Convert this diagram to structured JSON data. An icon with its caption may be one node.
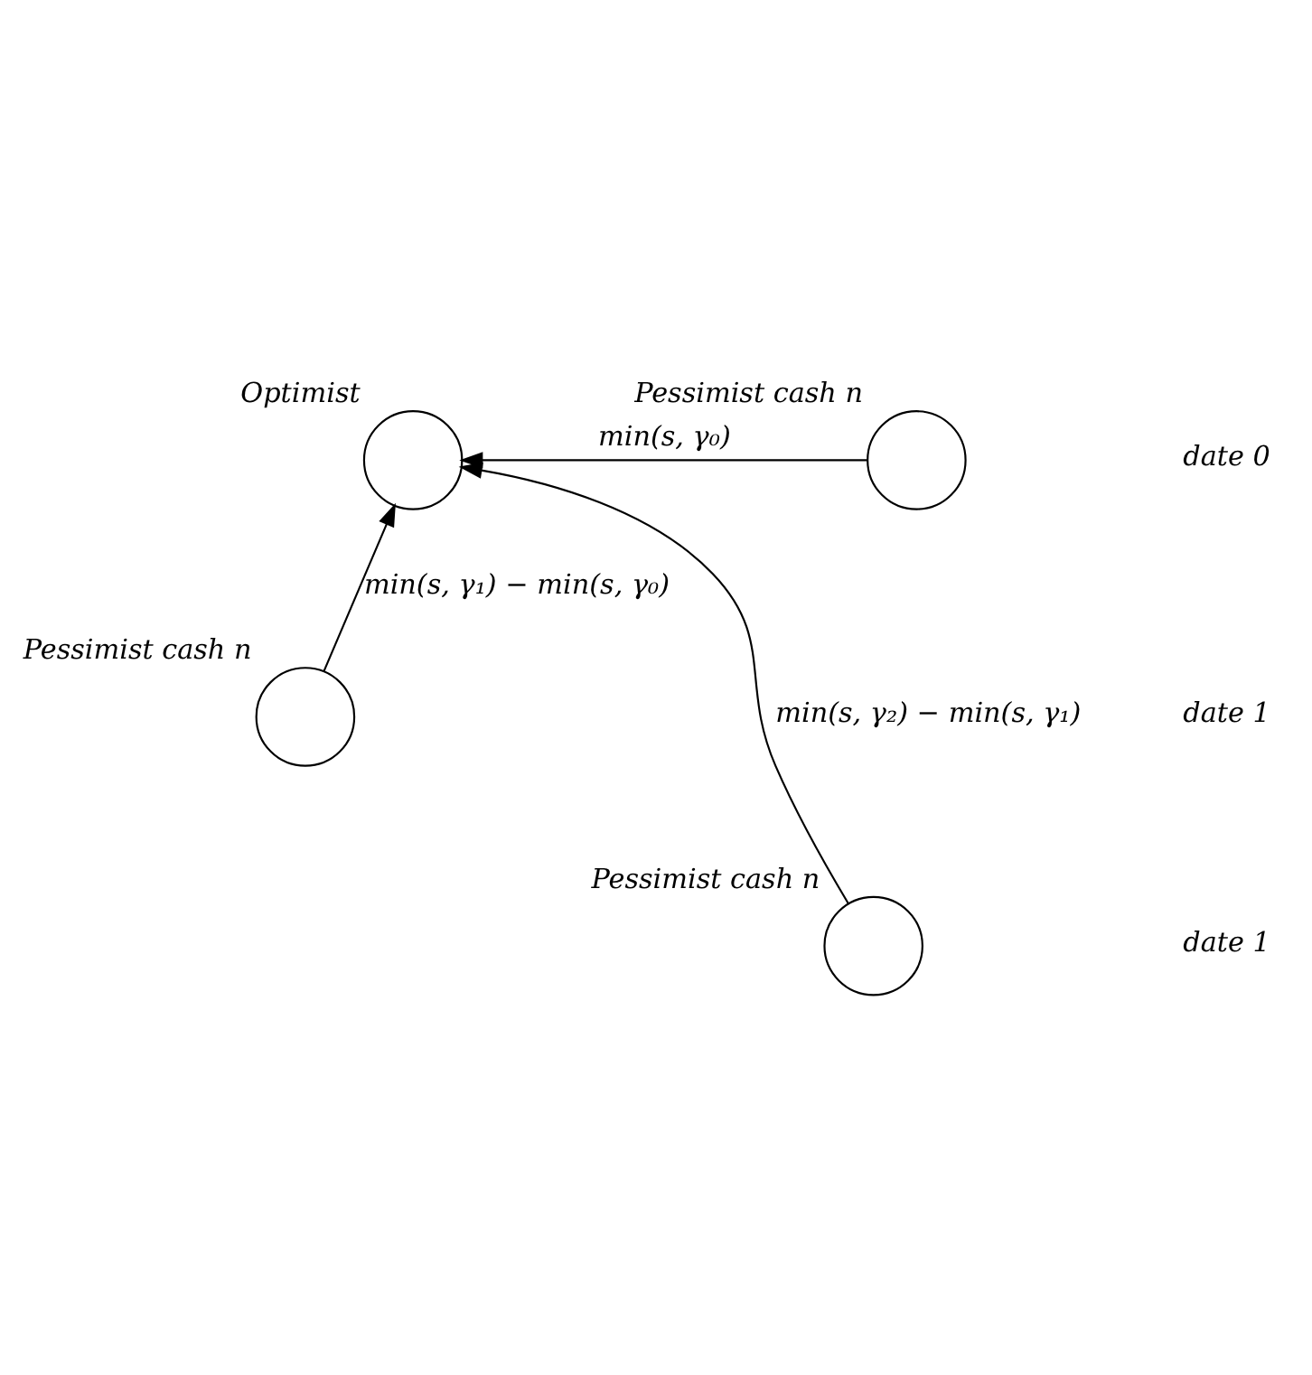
{
  "diagram": {
    "nodes": [
      {
        "text": [],
        "shape": "circle",
        "beside": [
          "Optimist"
        ]
      },
      {
        "text": [],
        "shape": "circle",
        "beside": [
          "Pessimist cash n"
        ]
      },
      {
        "text": [],
        "shape": "circle",
        "beside": [
          "Pessimist cash n"
        ]
      },
      {
        "text": [],
        "shape": "circle",
        "beside": [
          "Pessimist cash n"
        ]
      }
    ],
    "edges": [
      {
        "from": 1,
        "to": 0,
        "arrow": "to",
        "label": "min(s, γ₀)"
      },
      {
        "from": 2,
        "to": 0,
        "arrow": "to",
        "label": "min(s, γ₁) − min(s, γ₀)"
      },
      {
        "from": 3,
        "to": 0,
        "arrow": "to",
        "label": "min(s, γ₂) − min(s, γ₁)"
      }
    ],
    "labels": [
      "date 0",
      "date 1",
      "date 1"
    ]
  }
}
